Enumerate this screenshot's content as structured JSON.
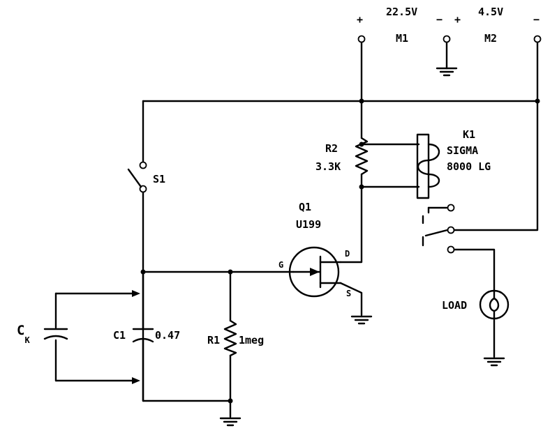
{
  "supply": {
    "plus1": "+",
    "m1_voltage": "22.5V",
    "m1_label": "M1",
    "minus1": "−",
    "plus2": "+",
    "m2_voltage": "4.5V",
    "m2_label": "M2",
    "minus2": "−"
  },
  "relay": {
    "ref": "K1",
    "name": "SIGMA",
    "part": "8000 LG"
  },
  "r2": {
    "ref": "R2",
    "value": "3.3K"
  },
  "q1": {
    "ref": "Q1",
    "part": "U199",
    "drain": "D",
    "gate": "G",
    "source": "S"
  },
  "s1": {
    "ref": "S1"
  },
  "ck": {
    "ref": "C",
    "sub": "K"
  },
  "c1": {
    "ref": "C1",
    "value": "0.47"
  },
  "r1": {
    "ref": "R1",
    "value": "1meg"
  },
  "load": {
    "label": "LOAD"
  }
}
